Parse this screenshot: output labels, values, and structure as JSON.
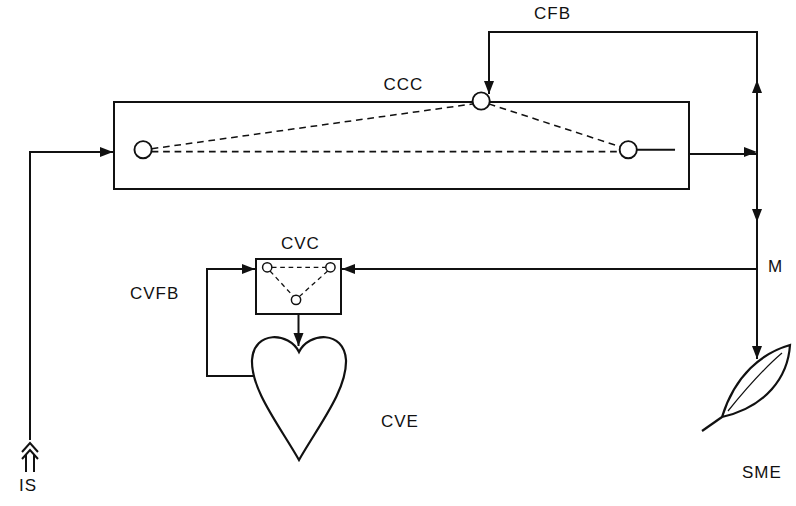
{
  "diagram": {
    "nodes": [
      {
        "text": [
          "CCC"
        ]
      },
      {
        "text": [
          "CVC"
        ]
      },
      {
        "text": [
          "CVE"
        ]
      },
      {
        "text": [
          "SME"
        ]
      }
    ],
    "edges": [
      {
        "from": 0,
        "to": 1,
        "arrow": "to"
      },
      {
        "from": 0,
        "to": 3,
        "arrow": "to"
      },
      {
        "from": 0,
        "to": 0,
        "label": "CFB",
        "arrow": "to"
      },
      {
        "from": 1,
        "to": 2,
        "arrow": "to"
      },
      {
        "from": 2,
        "to": 1,
        "label": "CVFB",
        "arrow": "to"
      }
    ],
    "labels": [
      "M",
      "IS"
    ]
  }
}
